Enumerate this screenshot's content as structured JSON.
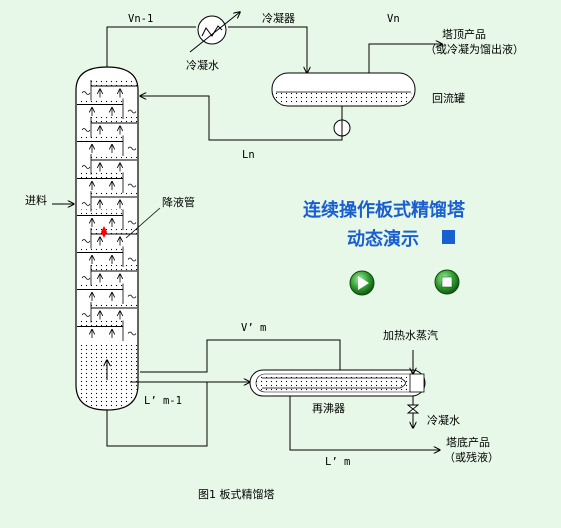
{
  "labels": {
    "vn_minus_1": "Vn-1",
    "condenser": "冷凝器",
    "vn": "Vn",
    "top_product": "塔顶产品",
    "top_product_note": "（或冷凝为馏出液）",
    "cooling_water_top": "冷凝水",
    "reflux_drum": "回流罐",
    "ln": "Ln",
    "feed": "进料",
    "downcomer": "降液管",
    "v_prime_m": "V’ m",
    "heating_steam": "加热水蒸汽",
    "l_prime_m_minus_1": "L’ m-1",
    "reboiler": "再沸器",
    "cooling_water_bottom": "冷凝水",
    "bottom_product": "塔底产品",
    "bottom_product_note": "（或残液）",
    "l_prime_m": "L’ m",
    "figure_caption": "图1  板式精馏塔"
  },
  "title": {
    "line1": "连续操作板式精馏塔",
    "line2": "动态演示"
  },
  "colors": {
    "background": "#e8f8e8",
    "title": "#1a5fd0",
    "button": "#2e9b2e",
    "indicator": "#ff0000"
  },
  "controls": {
    "play_icon": "play-icon",
    "stop_icon": "stop-icon"
  }
}
